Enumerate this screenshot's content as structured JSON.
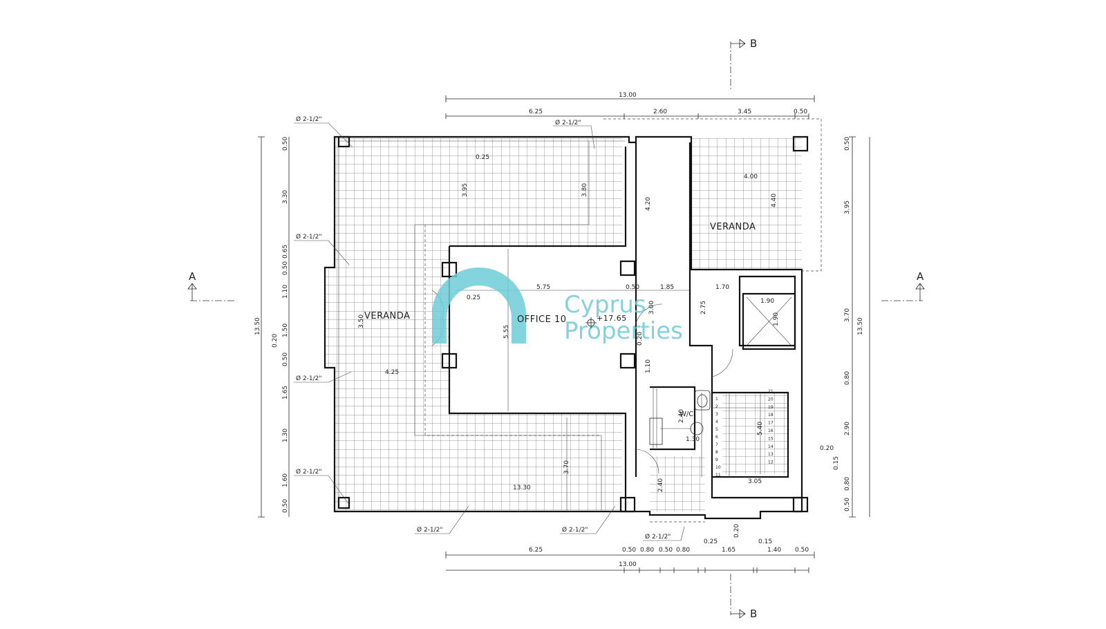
{
  "rooms": {
    "veranda_west": "VERANDA",
    "veranda_east": "VERANDA",
    "office": "OFFICE 10",
    "level": "+17.65",
    "wc": "W/C"
  },
  "sections": {
    "a": "A",
    "b": "B"
  },
  "watermark": {
    "line1": "Cyprus",
    "line2": "Properties",
    "color": "#6dccd6"
  },
  "pipes": {
    "label": "Ø 2-1/2\""
  },
  "dimensions": {
    "top_total": "13.00",
    "top_segments": [
      "6.25",
      "2.60",
      "3.45",
      "0.50"
    ],
    "bottom_total": "13.00",
    "bottom_segments": [
      "6.25",
      "0.50",
      "0.80",
      "0.50",
      "0.80",
      "0.25",
      "1.65",
      "0.15",
      "1.40",
      "0.50"
    ],
    "left_total": "13.50",
    "left_segments": [
      "0.50",
      "3.30",
      "0.65",
      "0.50",
      "1.10",
      "1.50",
      "0.20",
      "0.50",
      "1.65",
      "1.30",
      "1.60",
      "0.50"
    ],
    "right_total": "13.50",
    "right_segments": [
      "0.50",
      "3.95",
      "3.70",
      "0.80",
      "2.90",
      "0.15",
      "0.80",
      "0.50"
    ],
    "interior": {
      "d025a": "0.25",
      "d395a": "3.95",
      "d380": "3.80",
      "d420": "4.20",
      "d400": "4.00",
      "d440": "4.40",
      "d575": "5.75",
      "d050": "0.50",
      "d185": "1.85",
      "d170": "1.70",
      "d190a": "1.90",
      "d190b": "1.90",
      "d275": "2.75",
      "d300": "3.00",
      "d025b": "0.25",
      "d555": "5.55",
      "d350": "3.50",
      "d425": "4.25",
      "d020a": "0.20",
      "d110": "1.10",
      "d240a": "2.40",
      "d130": "1.30",
      "d540": "5.40",
      "d305": "3.05",
      "d1330": "13.30",
      "d370": "3.70",
      "d240b": "2.40",
      "d020b": "0.20",
      "d020c": "0.20"
    },
    "stairs": [
      "1",
      "2",
      "3",
      "4",
      "5",
      "6",
      "7",
      "8",
      "9",
      "10",
      "11",
      "21",
      "20",
      "19",
      "18",
      "17",
      "16",
      "15",
      "14",
      "13",
      "12"
    ]
  }
}
